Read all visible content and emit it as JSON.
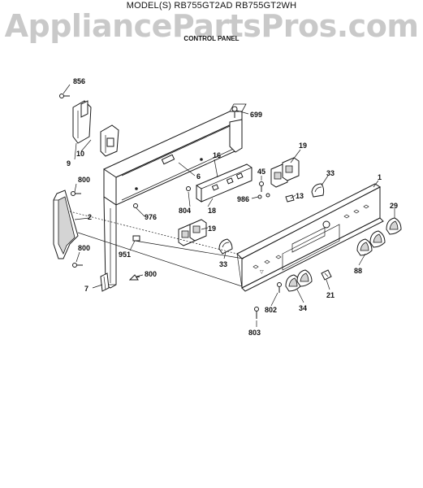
{
  "header": {
    "model_line": "MODEL(S) RB755GT2AD  RB755GT2WH",
    "watermark": "AppliancePartsPros.com",
    "section_title": "CONTROL PANEL"
  },
  "parts": {
    "p856": "856",
    "p699": "699",
    "p10": "10",
    "p9": "9",
    "p6": "6",
    "p16": "16",
    "p19a": "19",
    "p45": "45",
    "p33a": "33",
    "p1": "1",
    "p800a": "800",
    "p2": "2",
    "p976": "976",
    "p804": "804",
    "p18": "18",
    "p986": "986",
    "p13": "13",
    "p29": "29",
    "p19b": "19",
    "p800b": "800",
    "p951": "951",
    "p33b": "33",
    "p88": "88",
    "p7": "7",
    "p800c": "800",
    "p21": "21",
    "p802": "802",
    "p34": "34",
    "p803": "803"
  }
}
